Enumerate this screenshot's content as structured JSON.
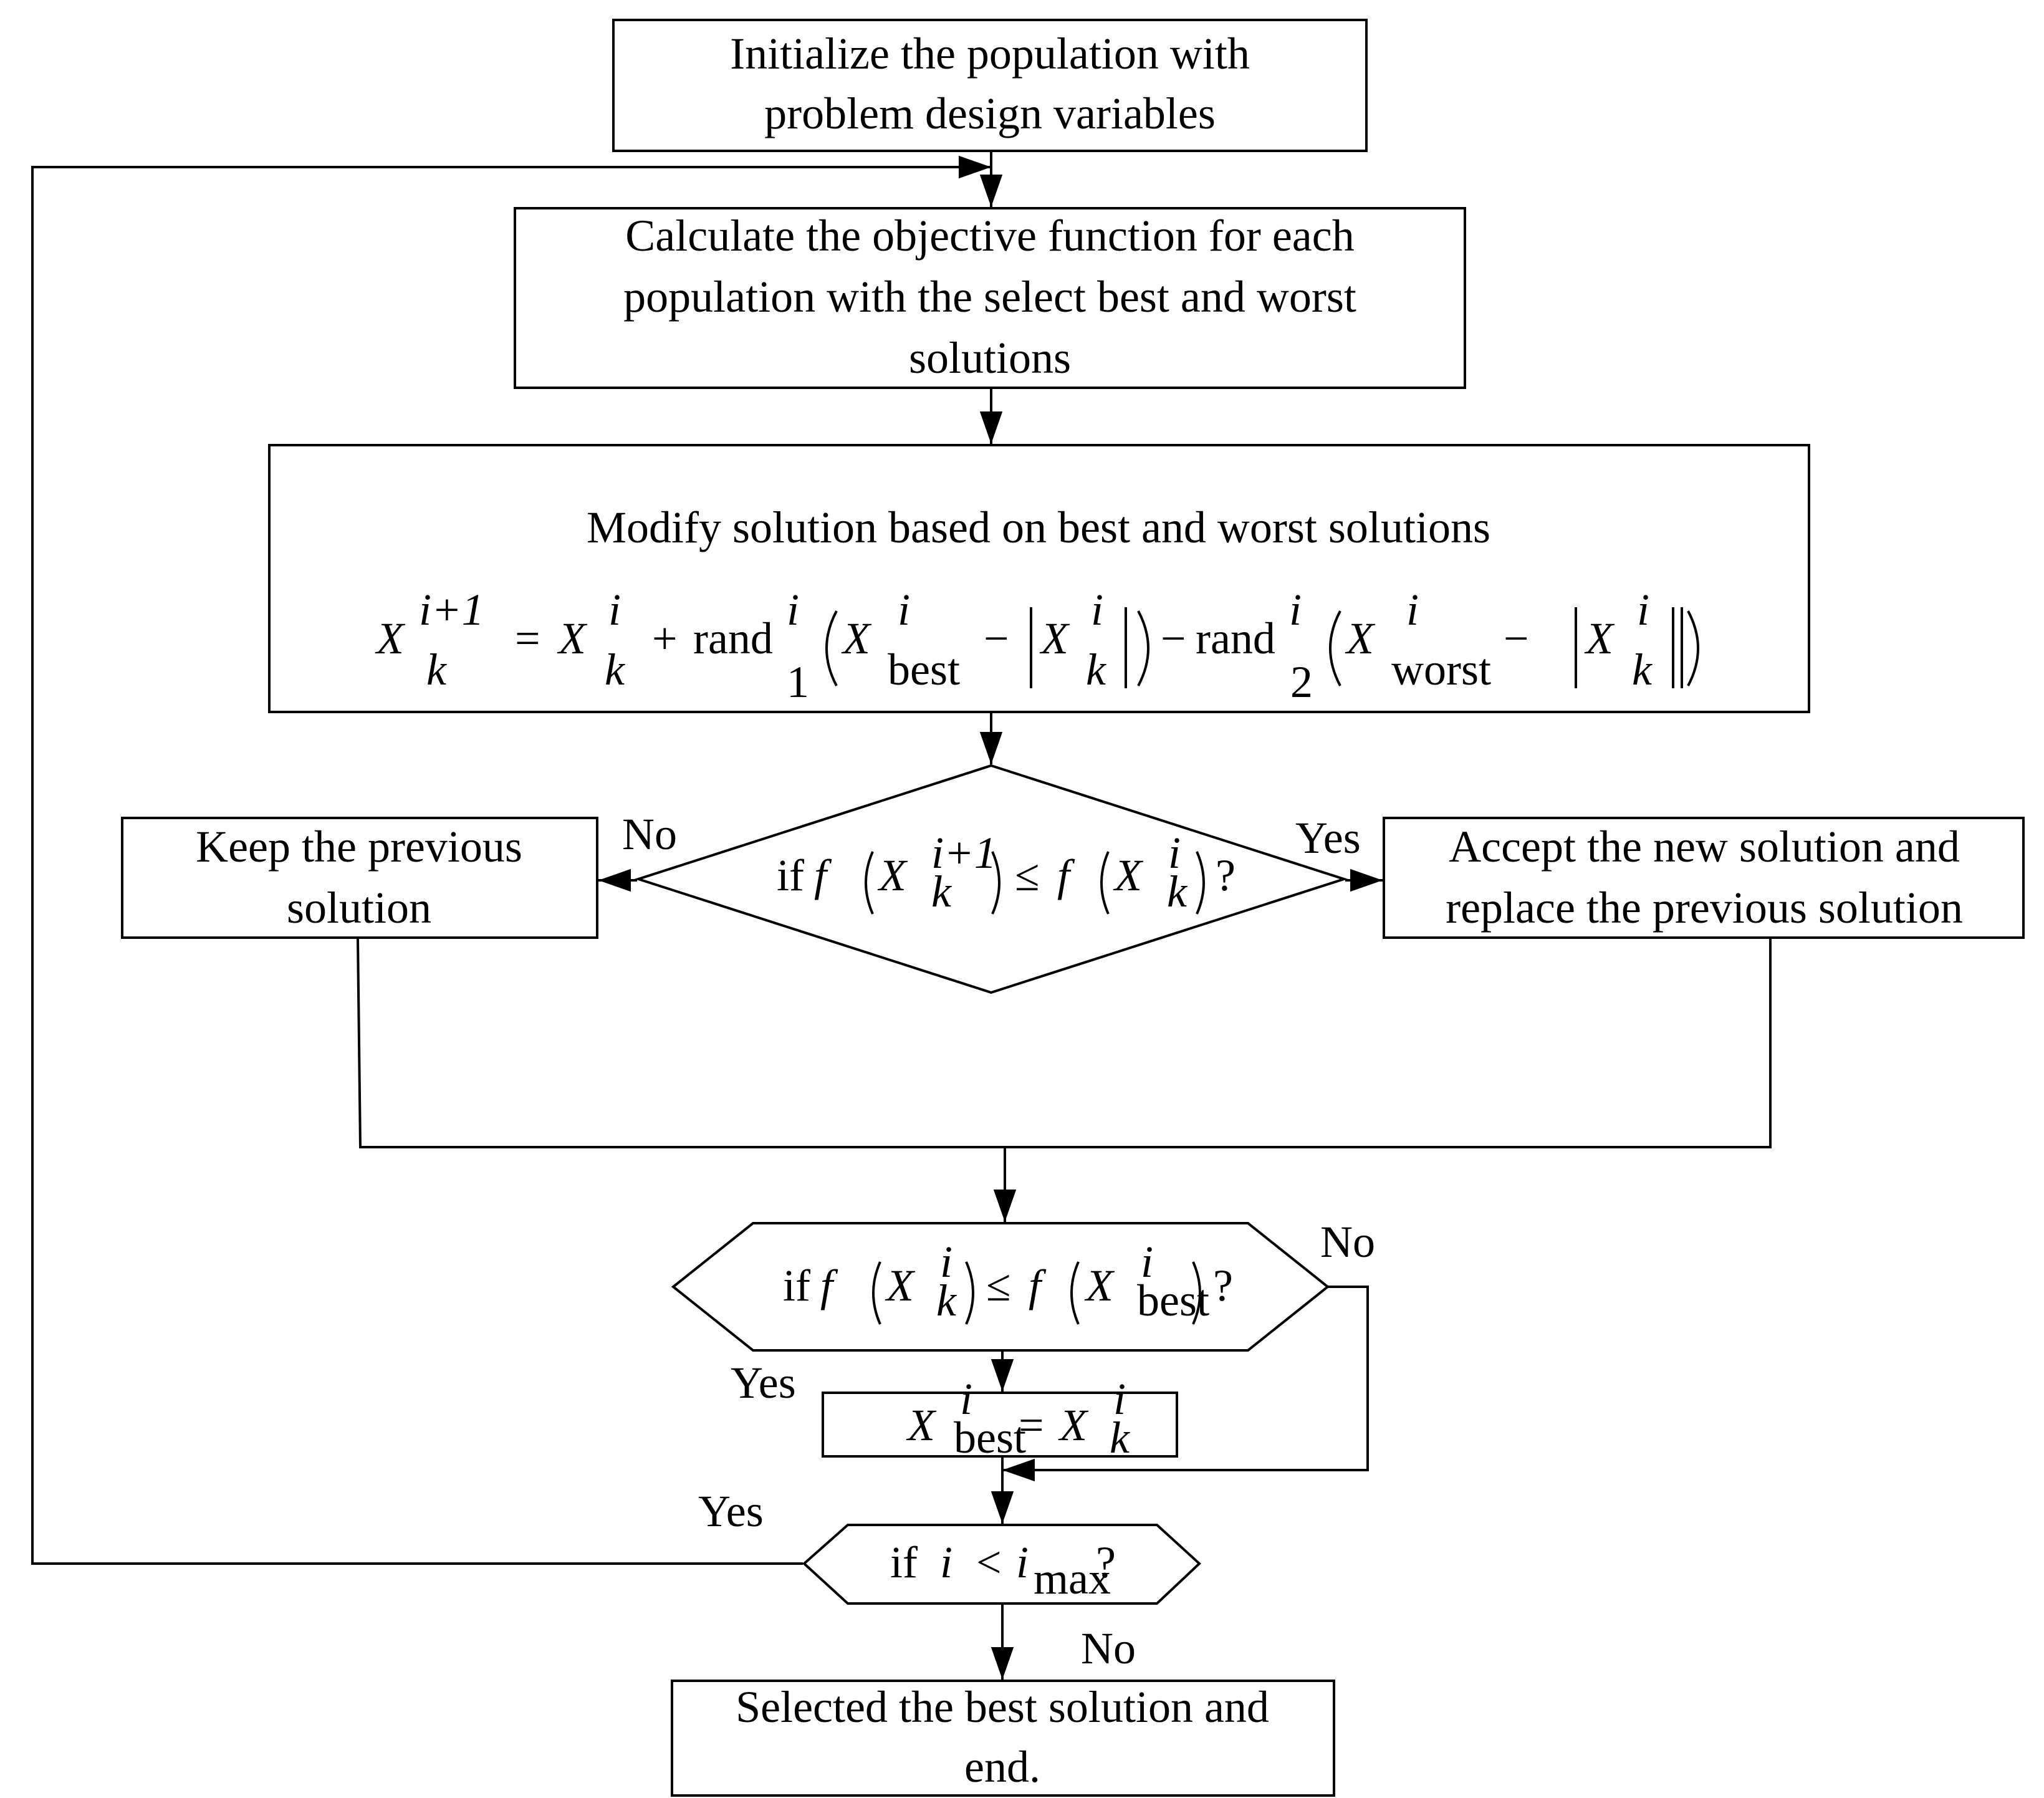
{
  "nodes": {
    "init": {
      "lines": [
        "Initialize the population with",
        "problem design variables"
      ]
    },
    "calc": {
      "lines": [
        "Calculate the objective function for each",
        "population with the select best and worst",
        "solutions"
      ]
    },
    "modify": {
      "title": "Modify solution based on best and worst solutions",
      "equation": {
        "X": "X",
        "sup_next": "i+1",
        "sub_k": "k",
        "sup_i": "i",
        "eq": "=",
        "plus": "+",
        "minus": "−",
        "rand": "rand",
        "sub_1": "1",
        "sub_2": "2",
        "best": "best",
        "worst": "worst"
      }
    },
    "decision1": {
      "prefix": "if",
      "f": "f",
      "X": "X",
      "sup_next": "i+1",
      "sub_k": "k",
      "sup_i": "i",
      "le": "≤",
      "q": "?"
    },
    "keep": {
      "lines": [
        "Keep the previous",
        "solution"
      ]
    },
    "accept": {
      "lines": [
        "Accept the new solution and",
        "replace the previous solution"
      ]
    },
    "decision2": {
      "prefix": "if",
      "f": "f",
      "X": "X",
      "sup_i": "i",
      "sub_k": "k",
      "le": "≤",
      "best": "best",
      "q": "?"
    },
    "update": {
      "X": "X",
      "sup_i": "i",
      "best": "best",
      "eq": "=",
      "sub_k": "k"
    },
    "decision3": {
      "prefix": "if",
      "i": "i",
      "lt": "<",
      "max": "max",
      "q": "?"
    },
    "end": {
      "lines": [
        "Selected the best solution and",
        "end."
      ]
    }
  },
  "edge_labels": {
    "d1_no": "No",
    "d1_yes": "Yes",
    "d2_no": "No",
    "d2_yes": "Yes",
    "d3_yes": "Yes",
    "d3_no": "No"
  }
}
